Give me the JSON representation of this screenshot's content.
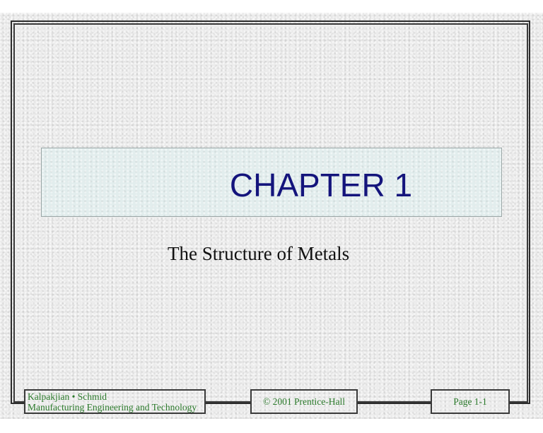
{
  "slide": {
    "title": "CHAPTER 1",
    "subtitle": "The Structure of Metals"
  },
  "footer": {
    "authors": "Kalpakjian • Schmid",
    "book_title": "Manufacturing Engineering and Technology",
    "copyright": "© 2001 Prentice-Hall",
    "page": "Page 1-1"
  },
  "colors": {
    "title": "#14147c",
    "footer_text": "#2b7a2b",
    "title_box_bg": "#e2eded",
    "frame": "#2c2c2c"
  }
}
